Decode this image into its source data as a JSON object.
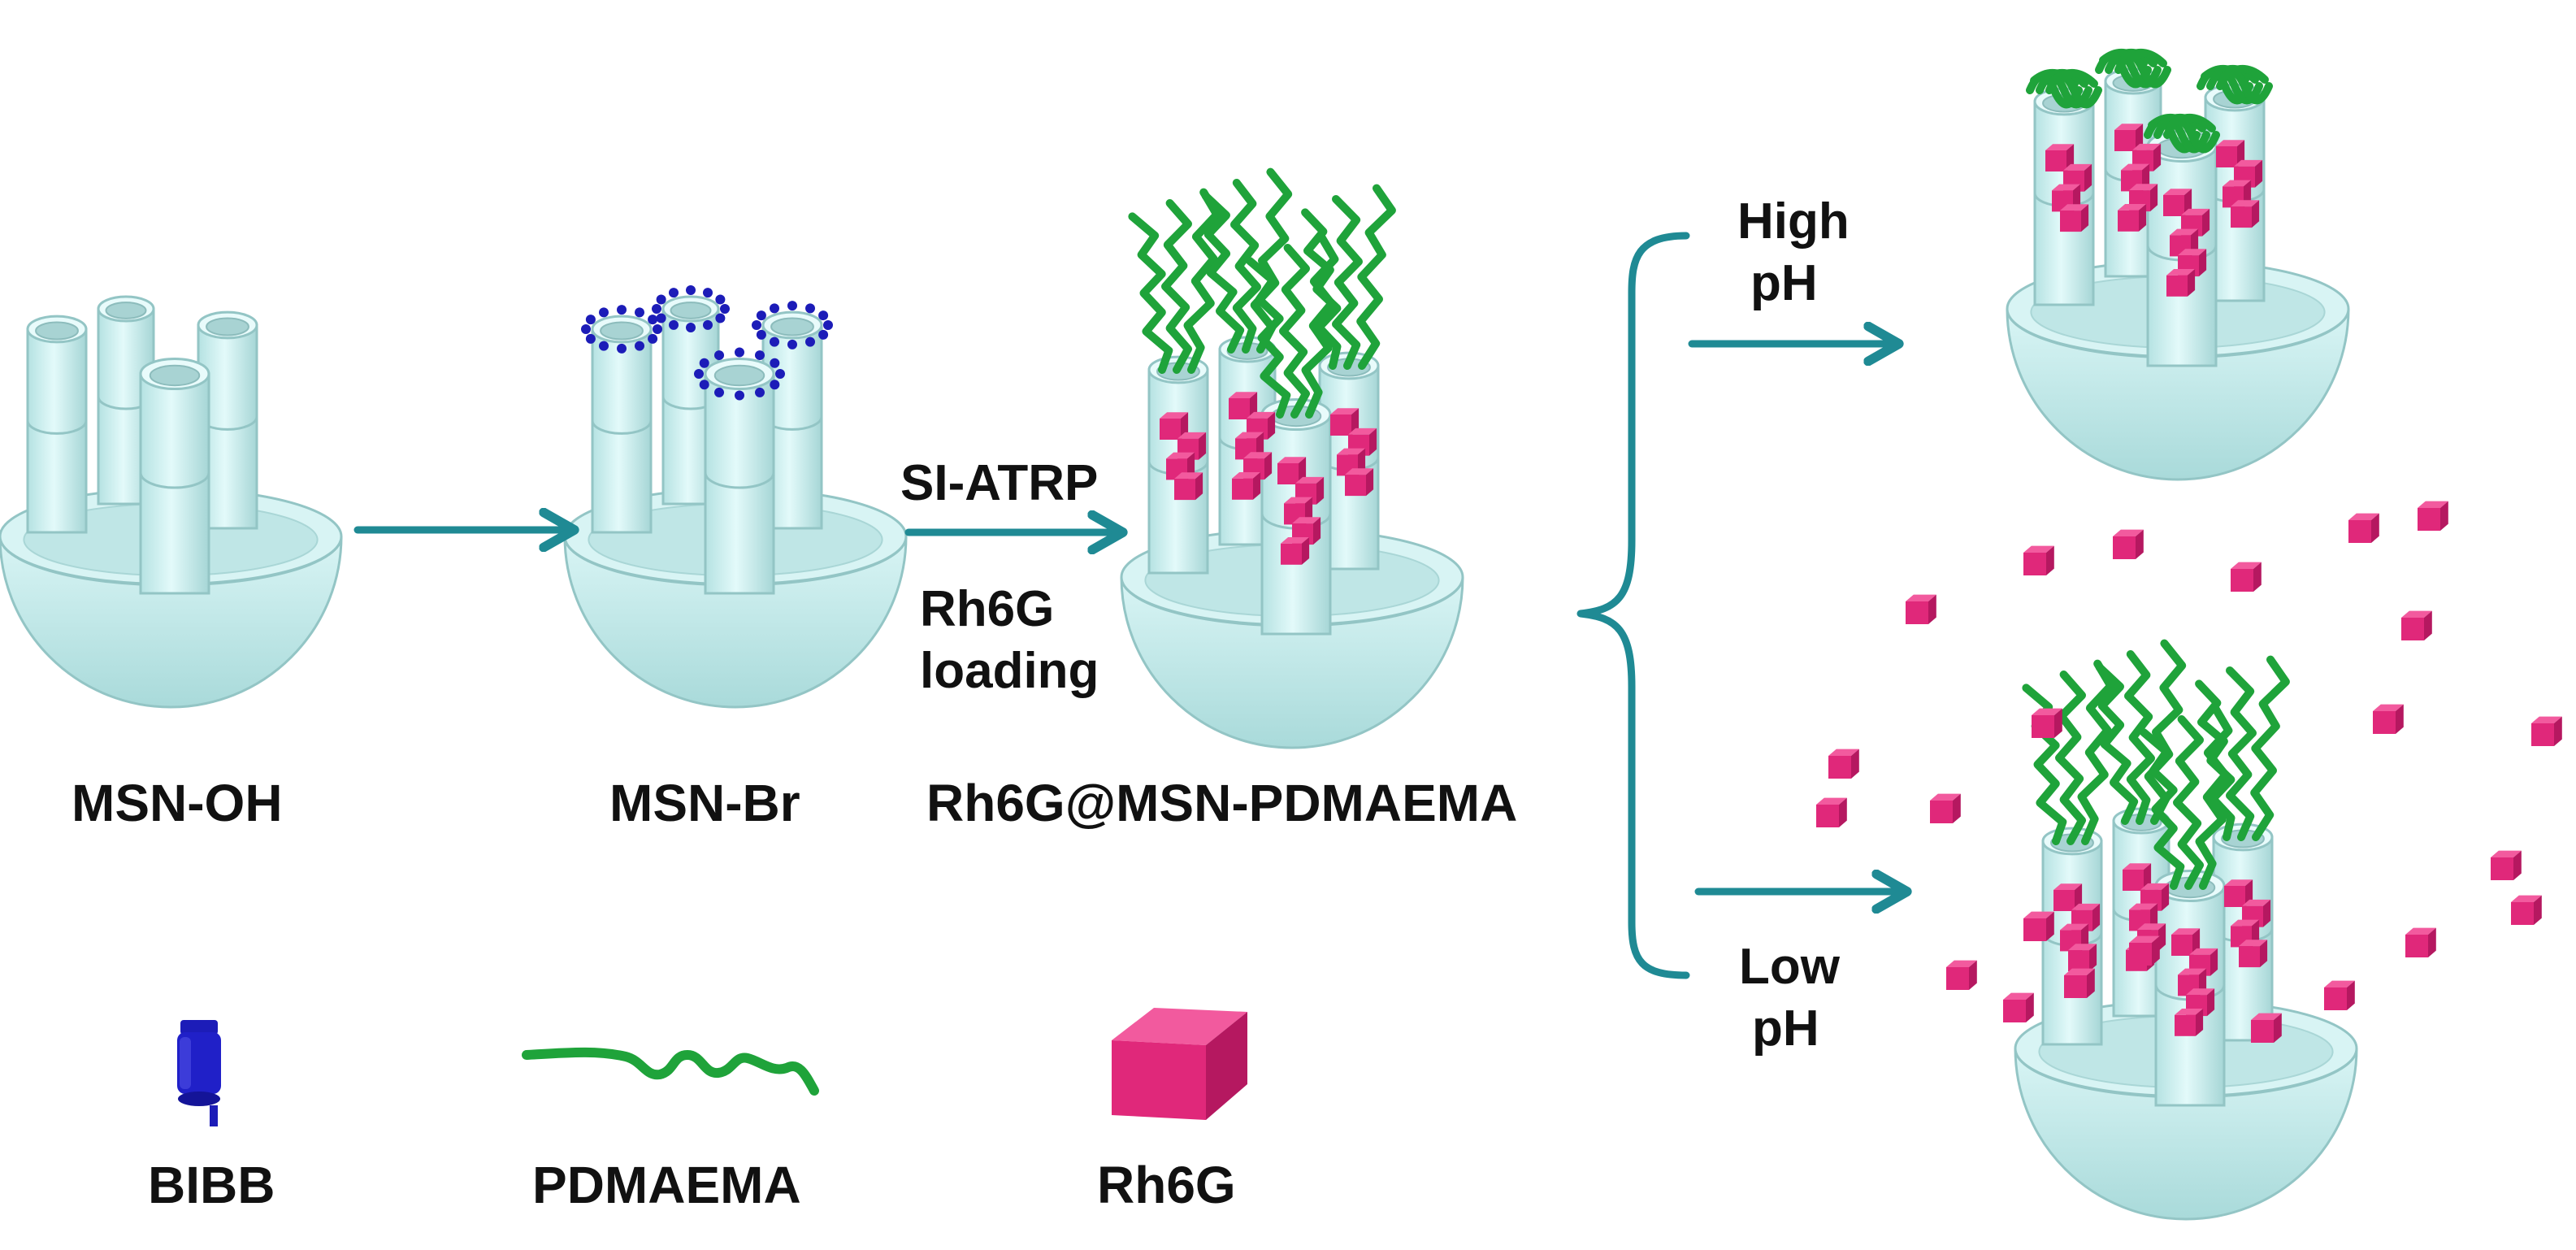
{
  "colors": {
    "silica": "#c6ecec",
    "silica_stroke": "#93c5c5",
    "arrow": "#1f8a94",
    "polymer": "#1fa33a",
    "bromide": "#1c1cb8",
    "dye": "#e0287a"
  },
  "stages": {
    "msn_oh": "MSN-OH",
    "msn_br": "MSN-Br",
    "loaded": "Rh6G@MSN-PDMAEMA"
  },
  "steps": {
    "si_atrp": "SI-ATRP",
    "rh6g_loading_line1": "Rh6G",
    "rh6g_loading_line2": "loading"
  },
  "branches": {
    "high_ph_line1": "High",
    "high_ph_line2": "pH",
    "low_ph_line1": "Low",
    "low_ph_line2": "pH"
  },
  "legend": {
    "bibb": "BIBB",
    "pdmaema": "PDMAEMA",
    "rh6g": "Rh6G"
  },
  "icons": {
    "bibb": "bibb-initiator-icon",
    "pdmaema": "polymer-chain-icon",
    "rh6g": "dye-cube-icon"
  }
}
